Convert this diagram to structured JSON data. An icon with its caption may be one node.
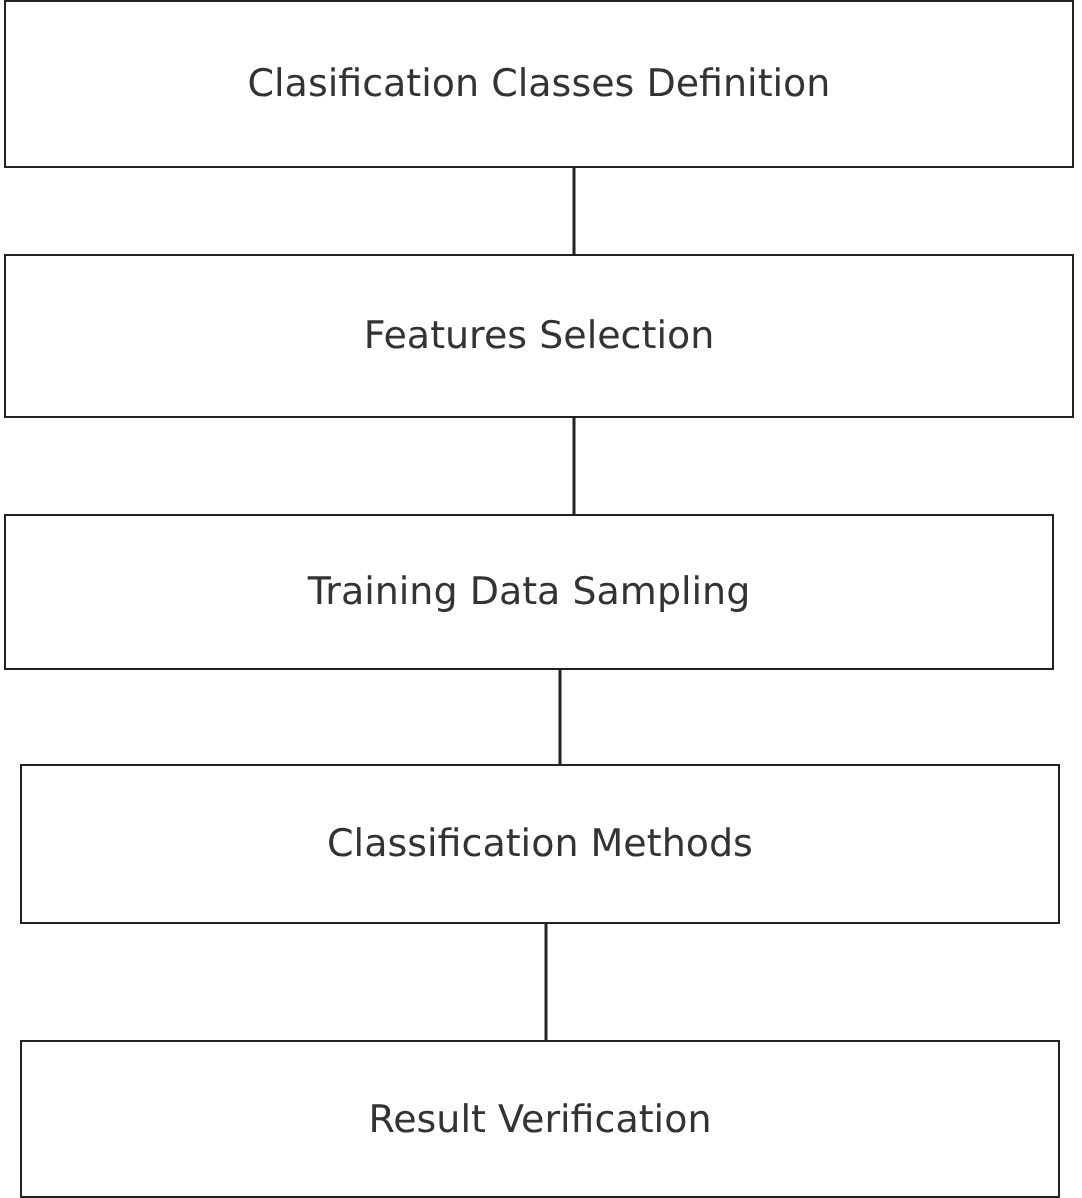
{
  "diagram": {
    "nodes": [
      {
        "text": [
          "Clasification Classes Definition"
        ]
      },
      {
        "text": [
          "Features Selection"
        ]
      },
      {
        "text": [
          "Training Data Sampling"
        ]
      },
      {
        "text": [
          "Classification Methods"
        ]
      },
      {
        "text": [
          "Result Verification"
        ]
      }
    ],
    "edges": [
      {
        "from": 0,
        "to": 1,
        "arrow": "none"
      },
      {
        "from": 1,
        "to": 2,
        "arrow": "none"
      },
      {
        "from": 2,
        "to": 3,
        "arrow": "none"
      },
      {
        "from": 3,
        "to": 4,
        "arrow": "none"
      }
    ]
  }
}
